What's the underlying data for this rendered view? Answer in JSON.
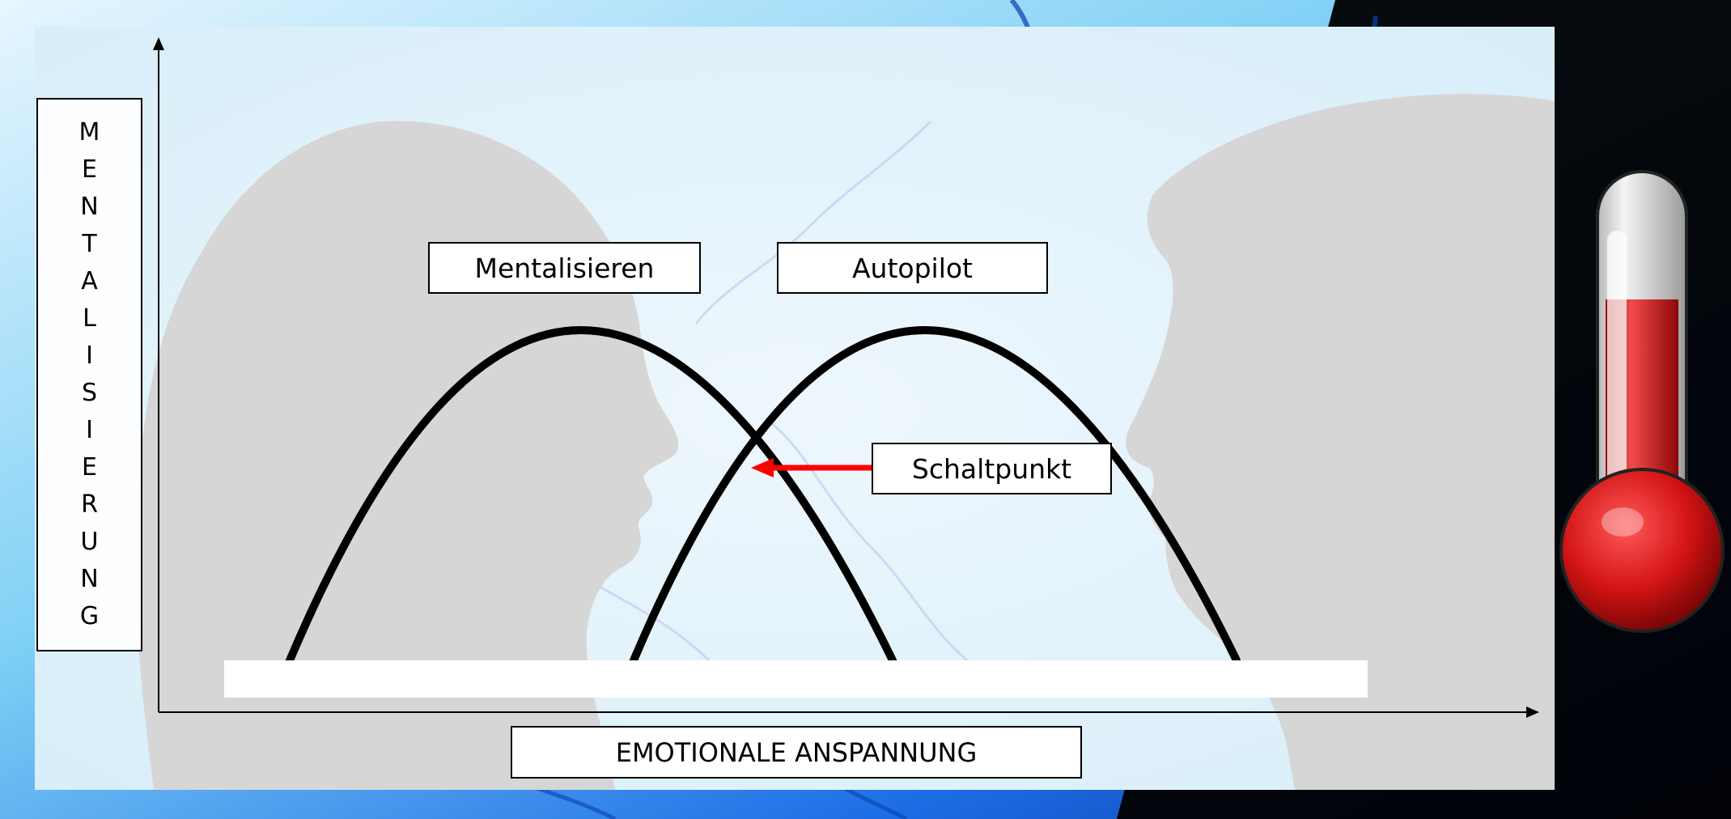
{
  "labels": {
    "mentalisieren": "Mentalisieren",
    "autopilot": "Autopilot",
    "schaltpunkt": "Schaltpunkt",
    "x_axis": "EMOTIONALE ANSPANNUNG",
    "y_axis": "MENTALISIERUNG"
  },
  "colors": {
    "curve": "#000000",
    "arrow": "#ff0000",
    "thermometer_red": "#d81818",
    "silhouette": "#d8d8d8",
    "background_blue": "#1f6fe0"
  },
  "icons": {
    "thermometer": "thermometer-icon",
    "head_left": "silhouette-woman",
    "head_right": "silhouette-man"
  }
}
